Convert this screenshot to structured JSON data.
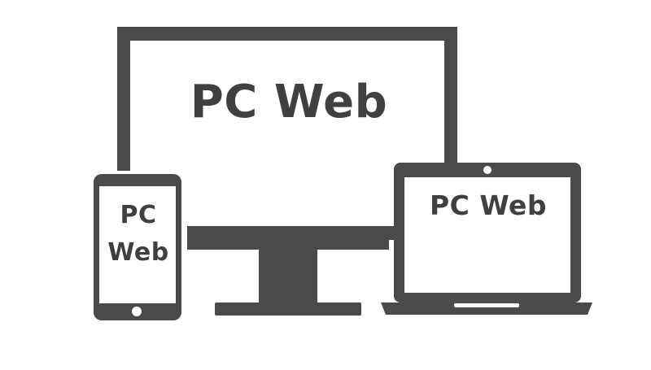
{
  "devices": {
    "monitor": {
      "label": "PC Web"
    },
    "laptop": {
      "label": "PC Web"
    },
    "phone": {
      "label_line1": "PC",
      "label_line2": "Web"
    }
  },
  "colors": {
    "device_body": "#4a4a4a",
    "screen": "#ffffff",
    "text": "#404040",
    "background": "#ffffff"
  }
}
